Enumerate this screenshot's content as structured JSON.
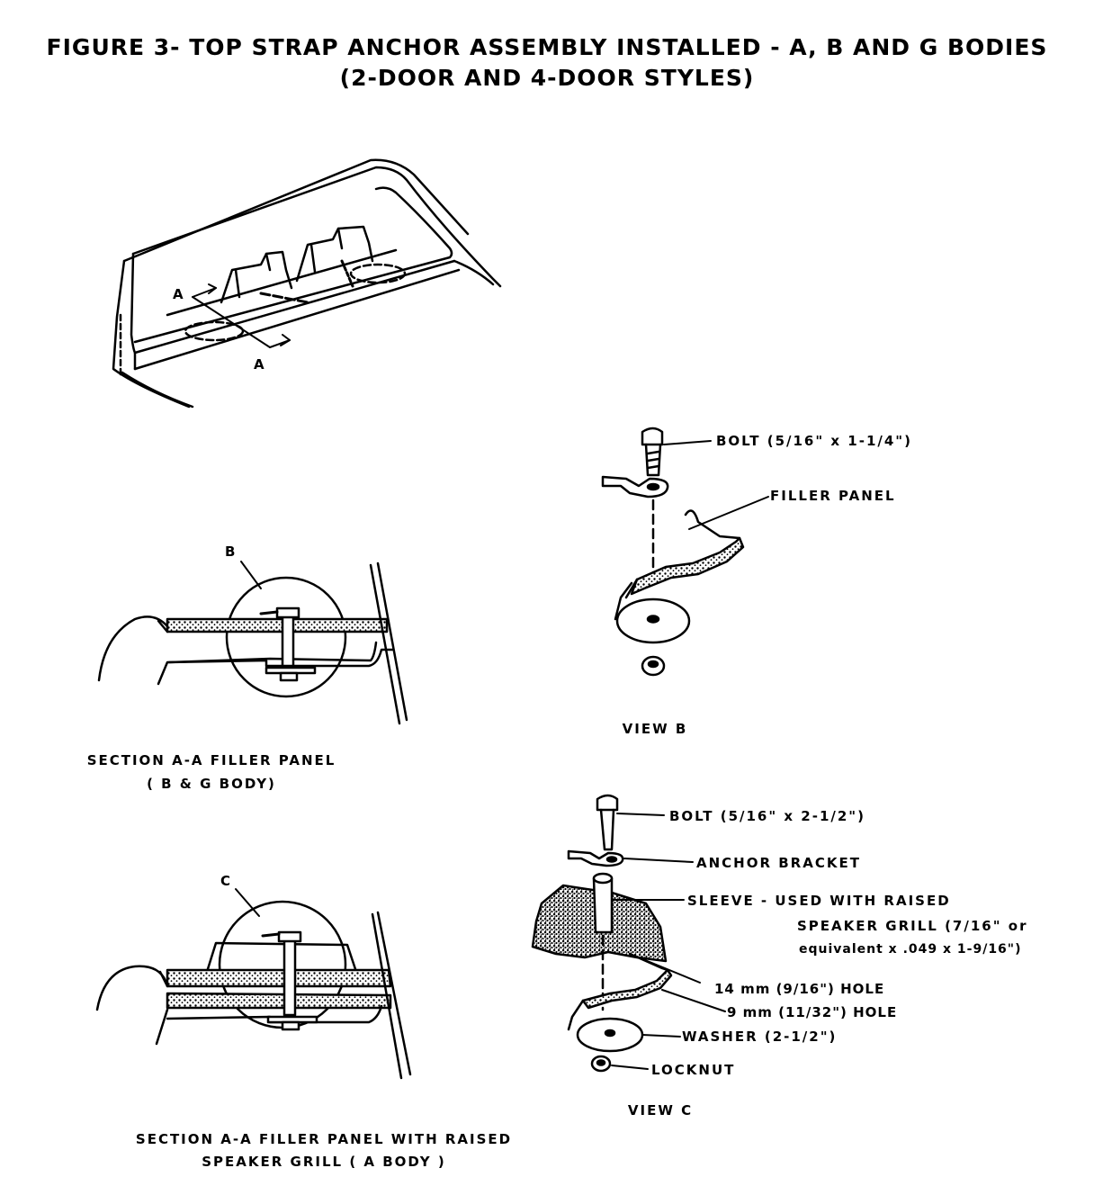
{
  "title": {
    "line1": "FIGURE 3- TOP STRAP ANCHOR ASSEMBLY INSTALLED - A, B AND G BODIES",
    "line2": "(2-DOOR AND 4-DOOR STYLES)"
  },
  "overview": {
    "section_mark_top": "A",
    "section_mark_bottom": "A"
  },
  "view_b": {
    "bolt_label": "BOLT (5/16\" x 1-1/4\")",
    "filler_panel_label": "FILLER PANEL",
    "caption": "VIEW B"
  },
  "section_b": {
    "detail_mark": "B",
    "caption_line1": "SECTION A-A   FILLER PANEL",
    "caption_line2": "( B & G BODY)"
  },
  "view_c": {
    "bolt_label": "BOLT (5/16\" x 2-1/2\")",
    "anchor_bracket_label": "ANCHOR BRACKET",
    "sleeve_label_line1": "SLEEVE - USED WITH RAISED",
    "sleeve_label_line2": "SPEAKER GRILL (7/16\" or",
    "sleeve_label_line3": "equivalent x .049 x 1-9/16\")",
    "hole_14_label": "14 mm (9/16\") HOLE",
    "hole_9_label": "9 mm (11/32\") HOLE",
    "washer_label": "WASHER (2-1/2\")",
    "locknut_label": "LOCKNUT",
    "caption": "VIEW C"
  },
  "section_c": {
    "detail_mark": "C",
    "caption_line1": "SECTION A-A   FILLER PANEL WITH RAISED",
    "caption_line2": "SPEAKER GRILL ( A BODY )"
  }
}
